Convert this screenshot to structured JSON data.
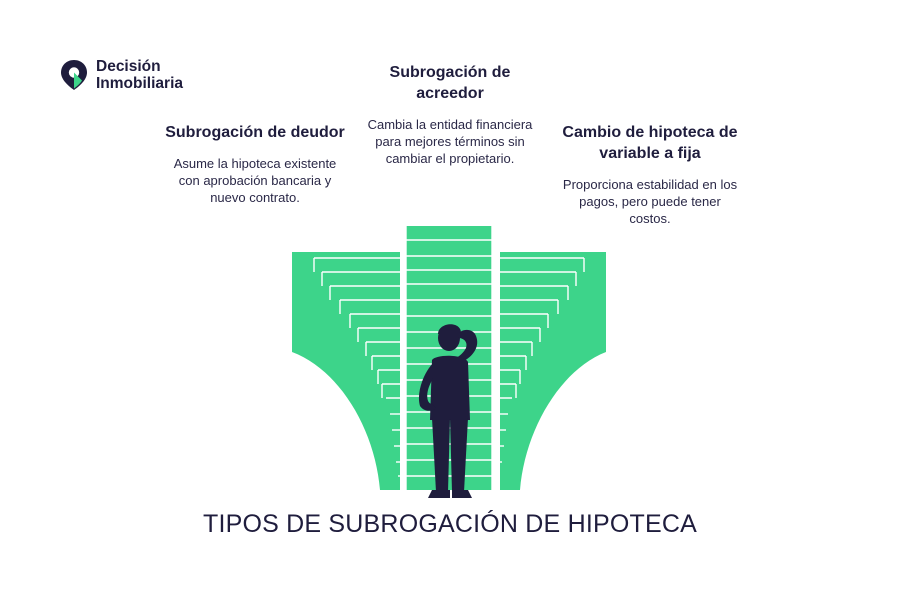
{
  "brand": {
    "name_line1": "Decisión",
    "name_line2": "Inmobiliaria",
    "logo_icon": "location-pin-icon",
    "colors": {
      "dark": "#1f1d3d",
      "accent": "#3dd48a"
    }
  },
  "columns": [
    {
      "title": "Subrogación de deudor",
      "description": "Asume la hipoteca existente con aprobación bancaria y nuevo contrato."
    },
    {
      "title": "Subrogación de acreedor",
      "description": "Cambia la entidad financiera para mejores términos sin cambiar el propietario."
    },
    {
      "title": "Cambio de hipoteca de variable a fija",
      "description": "Proporciona estabilidad en los pagos, pero puede tener costos."
    }
  ],
  "illustration": {
    "subject": "person-thinking-before-three-staircases",
    "colors": {
      "stairs": "#3dd48a",
      "stair_lines": "#ffffff",
      "person": "#1f1d3d"
    }
  },
  "main_title": "TIPOS DE SUBROGACIÓN DE HIPOTECA"
}
